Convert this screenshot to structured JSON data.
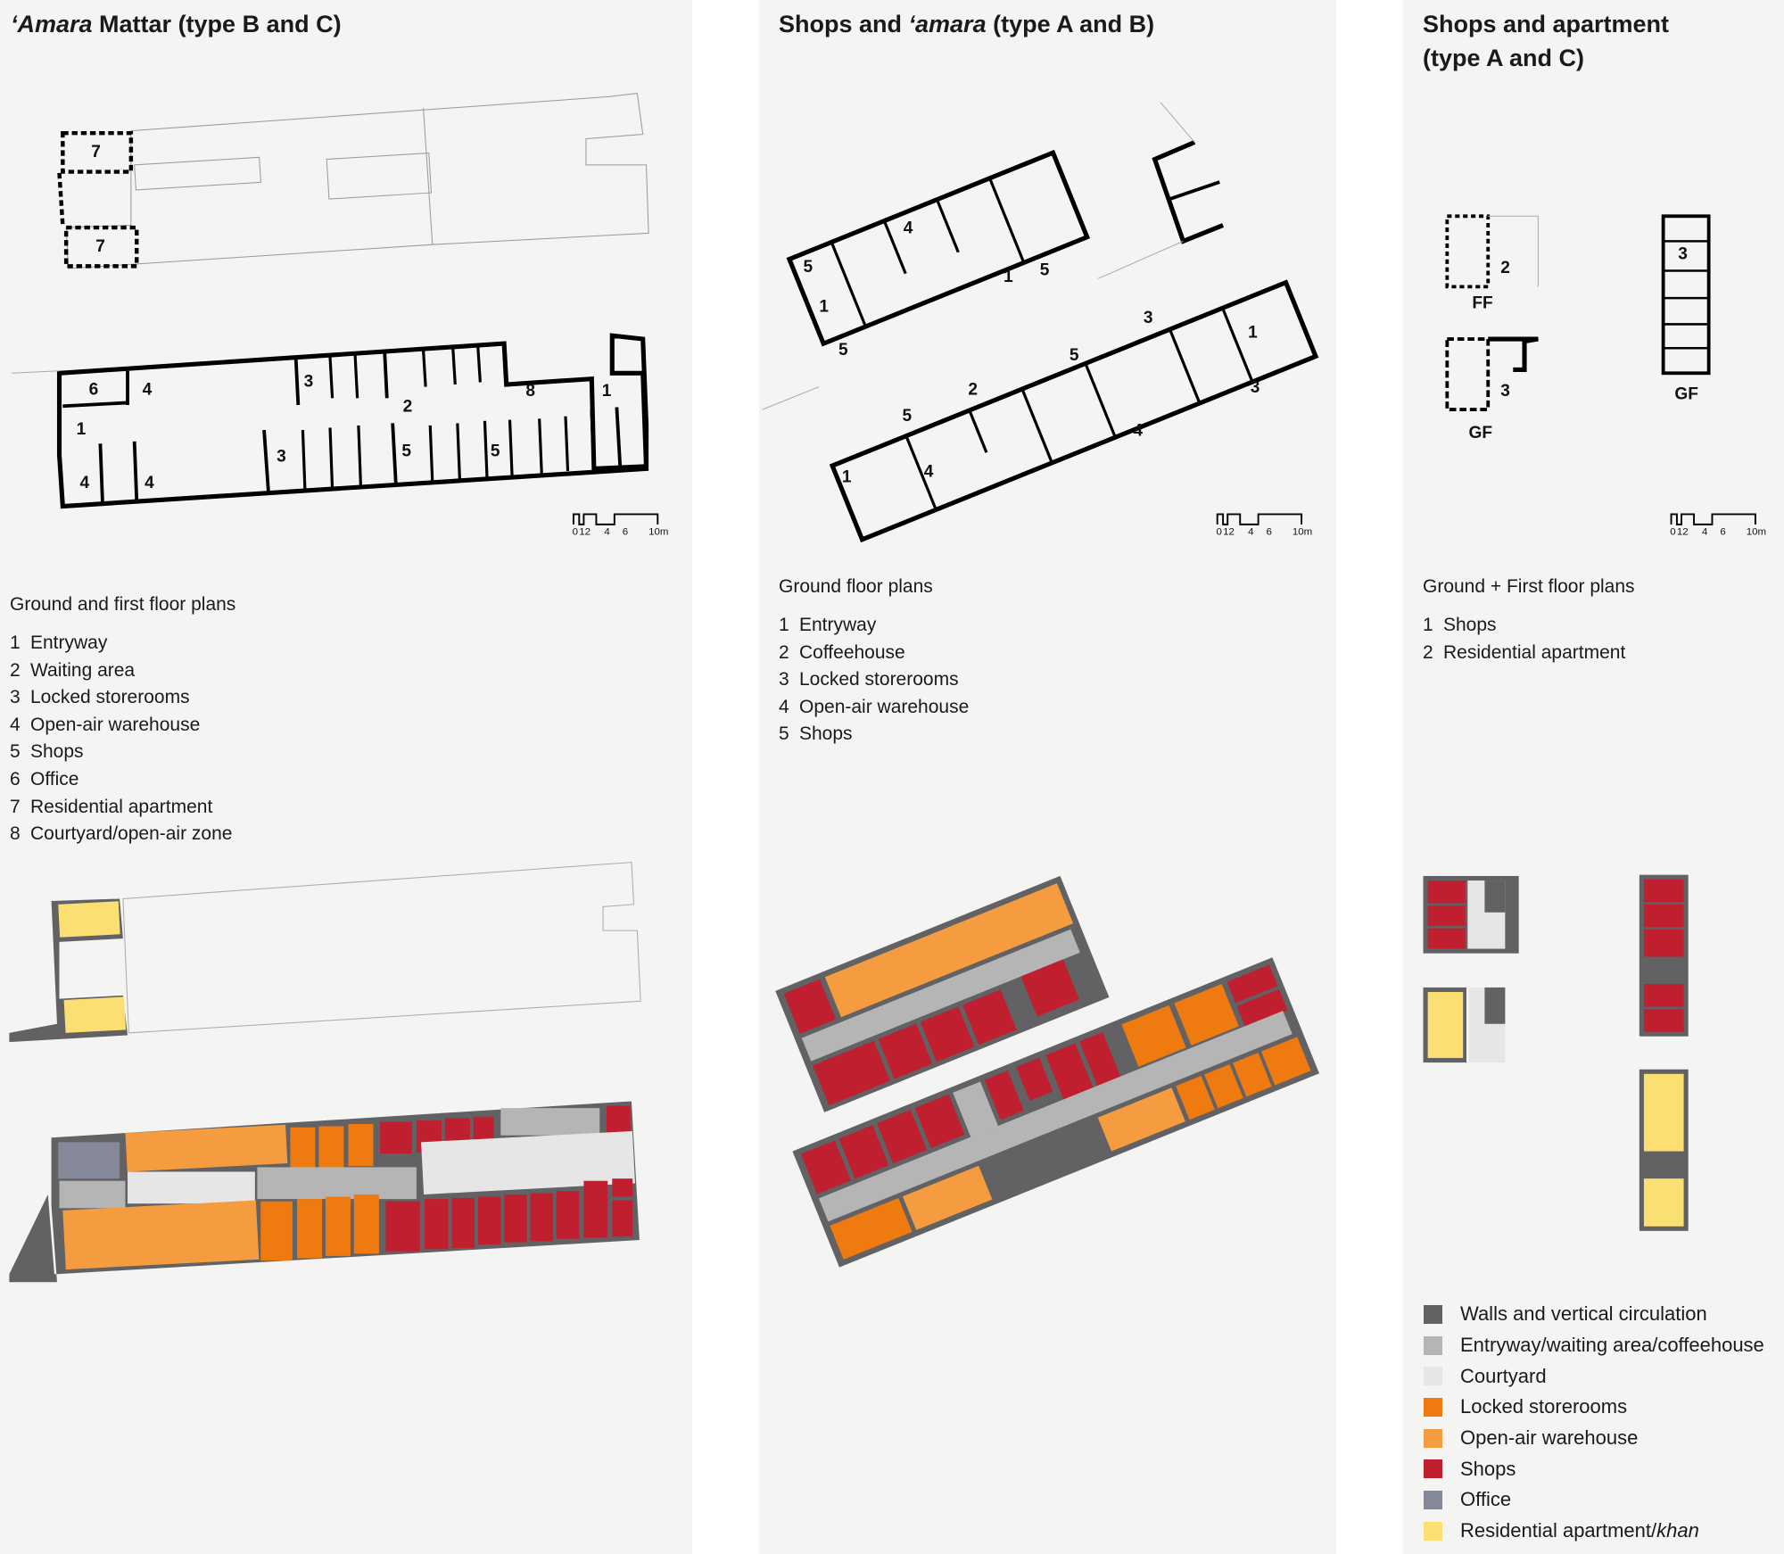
{
  "panels": [
    {
      "title_italic": "‘Amara",
      "title_rest": " Mattar (type B and C)",
      "subtitle": "Ground and first floor plans",
      "legend": [
        {
          "n": "1",
          "label": "Entryway"
        },
        {
          "n": "2",
          "label": "Waiting area"
        },
        {
          "n": "3",
          "label": "Locked storerooms"
        },
        {
          "n": "4",
          "label": "Open-air warehouse"
        },
        {
          "n": "5",
          "label": "Shops"
        },
        {
          "n": "6",
          "label": "Office"
        },
        {
          "n": "7",
          "label": "Residential apartment"
        },
        {
          "n": "8",
          "label": "Courtyard/open-air zone"
        }
      ],
      "plan_labels": [
        "7",
        "7",
        "6",
        "4",
        "3",
        "2",
        "8",
        "1",
        "1",
        "3",
        "5",
        "5",
        "4",
        "4"
      ]
    },
    {
      "title_pre": "Shops and ",
      "title_italic": "‘amara",
      "title_rest": " (type A and B)",
      "subtitle": "Ground floor plans",
      "legend": [
        {
          "n": "1",
          "label": "Entryway"
        },
        {
          "n": "2",
          "label": "Coffeehouse"
        },
        {
          "n": "3",
          "label": "Locked storerooms"
        },
        {
          "n": "4",
          "label": "Open-air warehouse"
        },
        {
          "n": "5",
          "label": "Shops"
        }
      ],
      "plan_labels": [
        "4",
        "5",
        "1",
        "5",
        "1",
        "5",
        "5",
        "2",
        "5",
        "3",
        "1",
        "3",
        "4",
        "1",
        "4"
      ]
    },
    {
      "title_line1": "Shops and apartment",
      "title_line2": "(type A and C)",
      "subtitle": "Ground + First floor plans",
      "legend": [
        {
          "n": "1",
          "label": "Shops"
        },
        {
          "n": "2",
          "label": "Residential apartment"
        }
      ],
      "plan_labels": [
        "2",
        "FF",
        "3",
        "GF",
        "3",
        "GF"
      ]
    }
  ],
  "scale_bar": {
    "ticks": [
      "0",
      "1",
      "2",
      "4",
      "6",
      "10m"
    ]
  },
  "color_legend": [
    {
      "label": "Walls and vertical circulation",
      "color": "#626264"
    },
    {
      "label": "Entryway/waiting area/coffeehouse",
      "color": "#b5b5b5"
    },
    {
      "label": "Courtyard",
      "color": "#e6e6e6"
    },
    {
      "label": "Locked storerooms",
      "color": "#ef7b10"
    },
    {
      "label": "Open-air warehouse",
      "color": "#f59c40"
    },
    {
      "label": "Shops",
      "color": "#c01f2f"
    },
    {
      "label": "Office",
      "color": "#858899"
    },
    {
      "label": "Residential apartment/",
      "label_italic": "khan",
      "color": "#fbdf72"
    }
  ]
}
